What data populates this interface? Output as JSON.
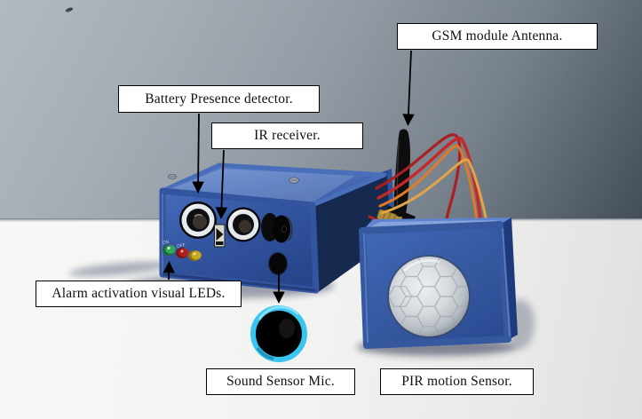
{
  "figure": {
    "type": "annotated-hardware-photo",
    "description": "Blue 3D-printed alarm prototype on a white table with callout labels",
    "labels": {
      "gsm": "GSM module Antenna.",
      "battery": "Battery Presence detector.",
      "ir": "IR receiver.",
      "leds": "Alarm activation visual LEDs.",
      "mic": "Sound Sensor Mic.",
      "pir": "PIR motion Sensor."
    },
    "device_markings": {
      "on": "ON",
      "off": "OFF"
    },
    "colors": {
      "enclosure_blue": "#3a5fae",
      "enclosure_top_blue": "#5478c4",
      "enclosure_side_navy": "#16294f",
      "pir_enclosure_blue": "#3c63b4",
      "pir_dome_gray": "#cfd3d8",
      "mic_ring_cyan": "#38c6f0",
      "wire_red": "#c62828",
      "wire_dark_red": "#a8201f",
      "wire_orange": "#df7a28",
      "wire_yellow": "#e2a546",
      "antenna_black": "#0e0e0e",
      "led_green": "#35a85a",
      "led_red": "#b42020",
      "led_yellow": "#c9a722",
      "wall_gray": "#8f98a1",
      "table_white": "#f2f2f0",
      "label_background": "#ffffff",
      "label_border": "#000000"
    }
  }
}
